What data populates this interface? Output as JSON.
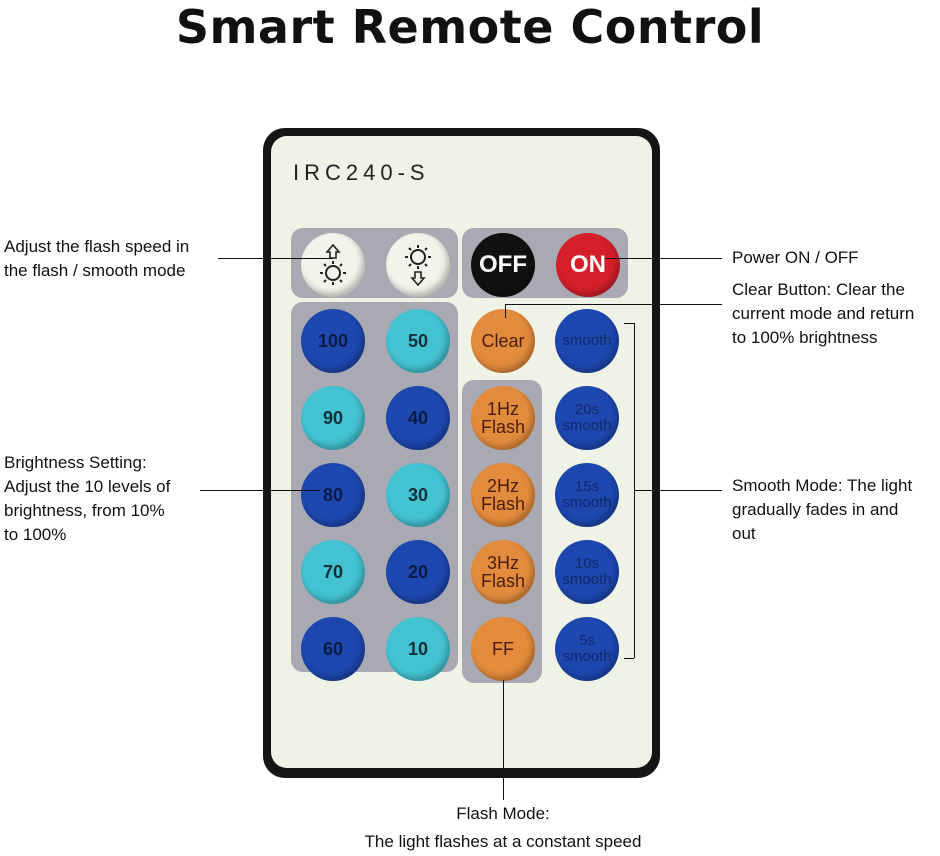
{
  "title": "Smart Remote Control",
  "remote": {
    "model": "IRC240-S",
    "top_buttons": [
      {
        "label": "",
        "icon": "brightness-up-icon"
      },
      {
        "label": "",
        "icon": "brightness-down-icon"
      },
      {
        "label": "OFF"
      },
      {
        "label": "ON"
      }
    ],
    "brightness_buttons": [
      [
        "100",
        "50"
      ],
      [
        "90",
        "40"
      ],
      [
        "80",
        "30"
      ],
      [
        "70",
        "20"
      ],
      [
        "60",
        "10"
      ]
    ],
    "clear_label": "Clear",
    "flash_buttons": [
      [
        "1Hz",
        "Flash"
      ],
      [
        "2Hz",
        "Flash"
      ],
      [
        "3Hz",
        "Flash"
      ],
      [
        "FF",
        ""
      ]
    ],
    "smooth_buttons": [
      [
        "smooth",
        ""
      ],
      [
        "20s",
        "smooth"
      ],
      [
        "15s",
        "smooth"
      ],
      [
        "10s",
        "smooth"
      ],
      [
        "5s",
        "smooth"
      ]
    ]
  },
  "annotations": {
    "flash_speed": [
      "Adjust the flash speed in",
      "the flash / smooth mode"
    ],
    "power": "Power ON / OFF",
    "clear": [
      "Clear Button: Clear the",
      "current mode and return",
      "to 100% brightness"
    ],
    "brightness": [
      "Brightness Setting:",
      "Adjust the 10 levels of",
      "brightness, from 10%",
      "to 100%"
    ],
    "smooth": [
      "Smooth Mode: The light",
      "gradually fades in and",
      "out"
    ],
    "flash": [
      "Flash Mode:",
      "The light flashes at a constant speed"
    ]
  }
}
